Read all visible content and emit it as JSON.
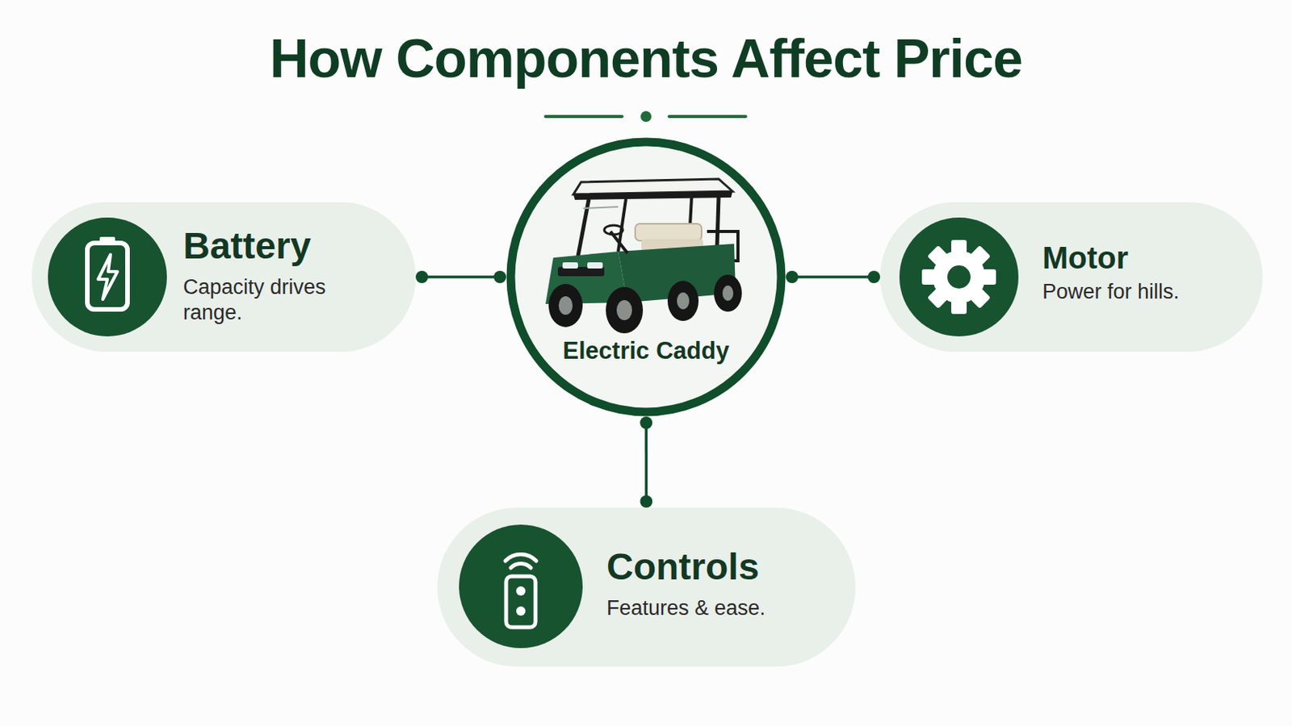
{
  "diagram": {
    "title": "How Components Affect Price",
    "nodes": [
      {
        "text": [
          "Battery",
          "Capacity drives range."
        ]
      },
      {
        "text": [
          "Electric Caddy"
        ]
      },
      {
        "text": [
          "Motor",
          "Power for hills."
        ]
      },
      {
        "text": [
          "Controls",
          "Features & ease."
        ]
      }
    ],
    "edges": [
      {
        "from": 1,
        "to": 0,
        "arrow": "none"
      },
      {
        "from": 1,
        "to": 2,
        "arrow": "none"
      },
      {
        "from": 1,
        "to": 3,
        "arrow": "none"
      }
    ]
  }
}
